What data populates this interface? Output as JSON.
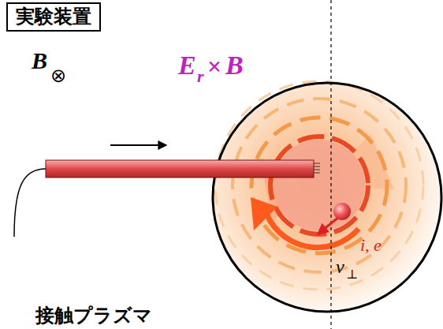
{
  "diagram": {
    "nodes": [
      {
        "text": [
          "実験装置"
        ]
      }
    ],
    "labels": [
      "B",
      "⊗",
      "E",
      "r",
      "×",
      "B",
      "i, e",
      "v",
      "⊥",
      "接触プラズマ"
    ]
  }
}
